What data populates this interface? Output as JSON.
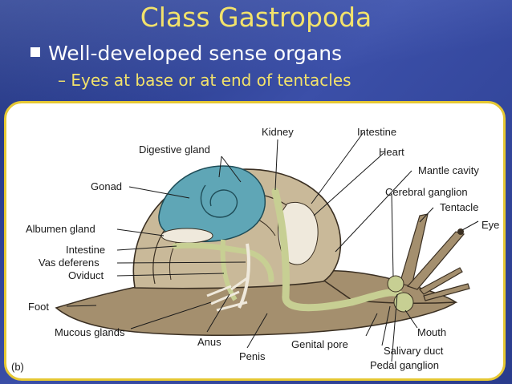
{
  "slide": {
    "title": "Class Gastropoda",
    "bullet": "Well-developed sense organs",
    "sub_bullet": "– Eyes at base or at end of tentacles"
  },
  "diagram": {
    "panel_label": "(b)",
    "labels": {
      "kidney": "Kidney",
      "intestine_top": "Intestine",
      "heart": "Heart",
      "digestive_gland": "Digestive gland",
      "mantle_cavity": "Mantle cavity",
      "gonad": "Gonad",
      "cerebral_ganglion": "Cerebral ganglion",
      "tentacle": "Tentacle",
      "eye": "Eye",
      "albumen_gland": "Albumen gland",
      "intestine": "Intestine",
      "vas_deferens": "Vas deferens",
      "oviduct": "Oviduct",
      "foot": "Foot",
      "mucous_glands": "Mucous glands",
      "anus": "Anus",
      "penis": "Penis",
      "genital_pore": "Genital pore",
      "mouth": "Mouth",
      "salivary_duct": "Salivary duct",
      "pedal_ganglion": "Pedal ganglion"
    },
    "colors": {
      "body": "#a48f6e",
      "shell": "#c9b999",
      "digestive_gland": "#5fa6b6",
      "organ": "#c7cf93",
      "outline": "#3a2f22"
    }
  }
}
